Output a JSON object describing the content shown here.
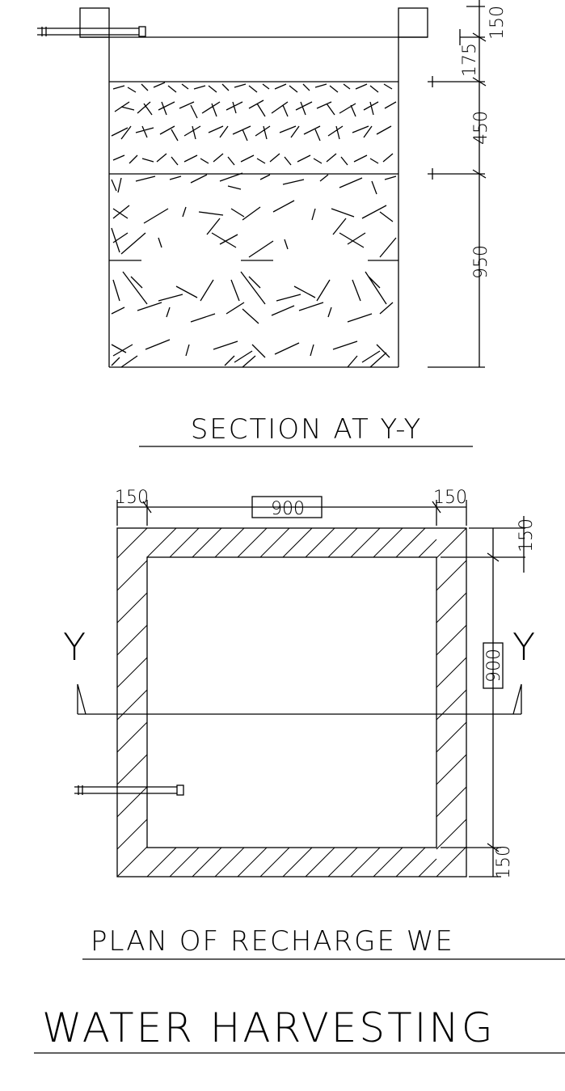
{
  "section": {
    "title": "SECTION AT Y-Y",
    "dims": {
      "top": "150",
      "freeboard": "175",
      "filter_layer": "450",
      "bottom_layer": "950"
    }
  },
  "plan": {
    "title": "PLAN OF RECHARGE WE",
    "dims": {
      "wall_left": "150",
      "inner_width": "900",
      "wall_right": "150",
      "wall_top": "150",
      "inner_height": "900",
      "wall_bottom": "150"
    },
    "section_marks": {
      "left": "Y",
      "right": "Y"
    }
  },
  "main_title": "WATER HARVESTING"
}
